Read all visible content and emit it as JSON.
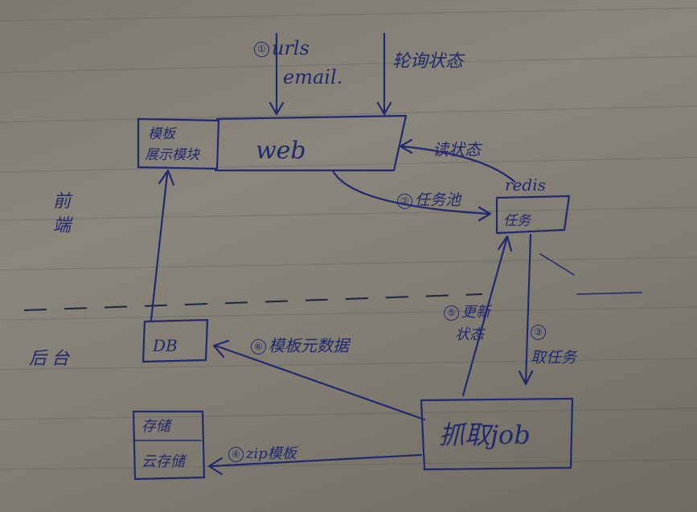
{
  "annotations": {
    "step1_prefix": "①",
    "urls": "urls",
    "email": "email.",
    "lunxun": "轮询状态",
    "read_status": "读状态",
    "step2": "②",
    "task_pool": "任务池",
    "step3": "③",
    "take_task": "取任务",
    "step5": "⑤",
    "update": "更新",
    "status": "状态",
    "step6": "⑥",
    "template_meta": "模板元数据",
    "step4": "④",
    "zip_template": "zip模板"
  },
  "nodes": {
    "template_label_1": "模板",
    "template_label_2": "展示模块",
    "web": "web",
    "redis": "redis",
    "redis_inner": "任务",
    "db": "DB",
    "storage_1": "存储",
    "storage_2": "云存储",
    "job": "抓取job"
  },
  "sections": {
    "frontend": "前端",
    "backend": "后台"
  }
}
